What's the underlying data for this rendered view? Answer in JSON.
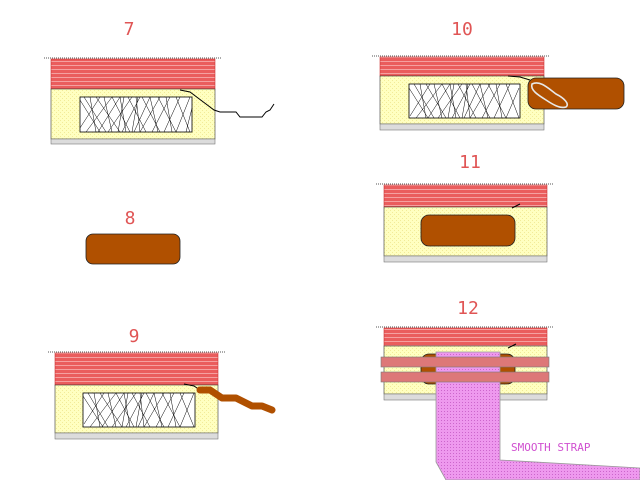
{
  "steps": [
    {
      "label": "7"
    },
    {
      "label": "8"
    },
    {
      "label": "9"
    },
    {
      "label": "10"
    },
    {
      "label": "11"
    },
    {
      "label": "12"
    }
  ],
  "strap": {
    "label": "SMOOTH STRAP"
  },
  "colors": {
    "number": "#e05555",
    "red_layer": "#ea5d5d",
    "red_line": "#f7a7a7",
    "yellow": "#ffffc0",
    "yellow_dot": "#f6f1a8",
    "base": "#dcdcdc",
    "brown": "#b05000",
    "pink_bar": "#dd7878",
    "strap_fill": "#ee99ee",
    "strap_dot": "#cc66cc",
    "strap_text": "#d050d0"
  }
}
